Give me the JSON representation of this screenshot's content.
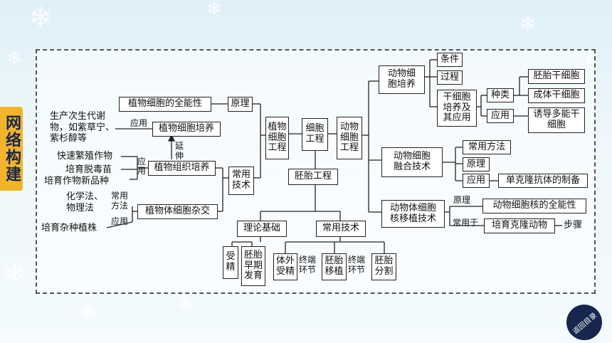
{
  "side_title": "网络构建",
  "nodes": {
    "cell_eng": "细胞\n工程",
    "plant_eng": "植物\n细胞\n工程",
    "animal_eng": "动物\n细胞\n工程",
    "embryo_eng": "胚胎工程",
    "totipotency": "植物细胞的全能性",
    "principle": "原理",
    "common_tech_plant": "常用\n技术",
    "tissue_culture_app": "植物细胞培养",
    "tissue_culture": "植物组织培养",
    "hybrid": "植物体细胞杂交",
    "extend": "延\n伸",
    "app_label1": "应用",
    "app_label2": "应用",
    "app_label3": "应用",
    "common_method_label": "常用\n方法",
    "metabolite": "生产次生代谢\n物，如紫草宁、\n紫杉醇等",
    "fast_breed": "快速繁殖作物",
    "virus_free": "培育脱毒苗",
    "new_variety": "培育作物新品种",
    "chem_phys": "化学法、\n物理法",
    "hybrid_plant": "培育杂种植株",
    "animal_culture": "动物细\n胞培养",
    "condition": "条件",
    "process": "过程",
    "stem_cell": "干细胞\n培养及\n其应用",
    "type": "种类",
    "app_stem": "应用",
    "embryonic_stem": "胚胎干细胞",
    "adult_stem": "成体干细胞",
    "ips": "诱导多能干\n细胞",
    "fusion": "动物细胞\n融合技术",
    "fusion_method": "常用方法",
    "fusion_principle": "原理",
    "fusion_app": "应用",
    "monoclonal": "单克隆抗体的制备",
    "nuclear": "动物体细胞\n核移植技术",
    "nuclear_principle_label": "原理",
    "nuclear_totipotency": "动物细胞核的全能性",
    "nuclear_use_label": "常用于",
    "clone_animal": "培育克隆动物",
    "steps": "步骤",
    "theory": "理论基础",
    "common_tech": "常用技术",
    "fertilization": "受\n精",
    "early_dev": "胚胎\n早期\n发育",
    "ivf": "体外\n受精",
    "end1": "终端\n环节",
    "transfer": "胚胎\n移植",
    "end2": "终端\n环节",
    "split": "胚胎\n分割"
  },
  "back_label": "返回目录"
}
